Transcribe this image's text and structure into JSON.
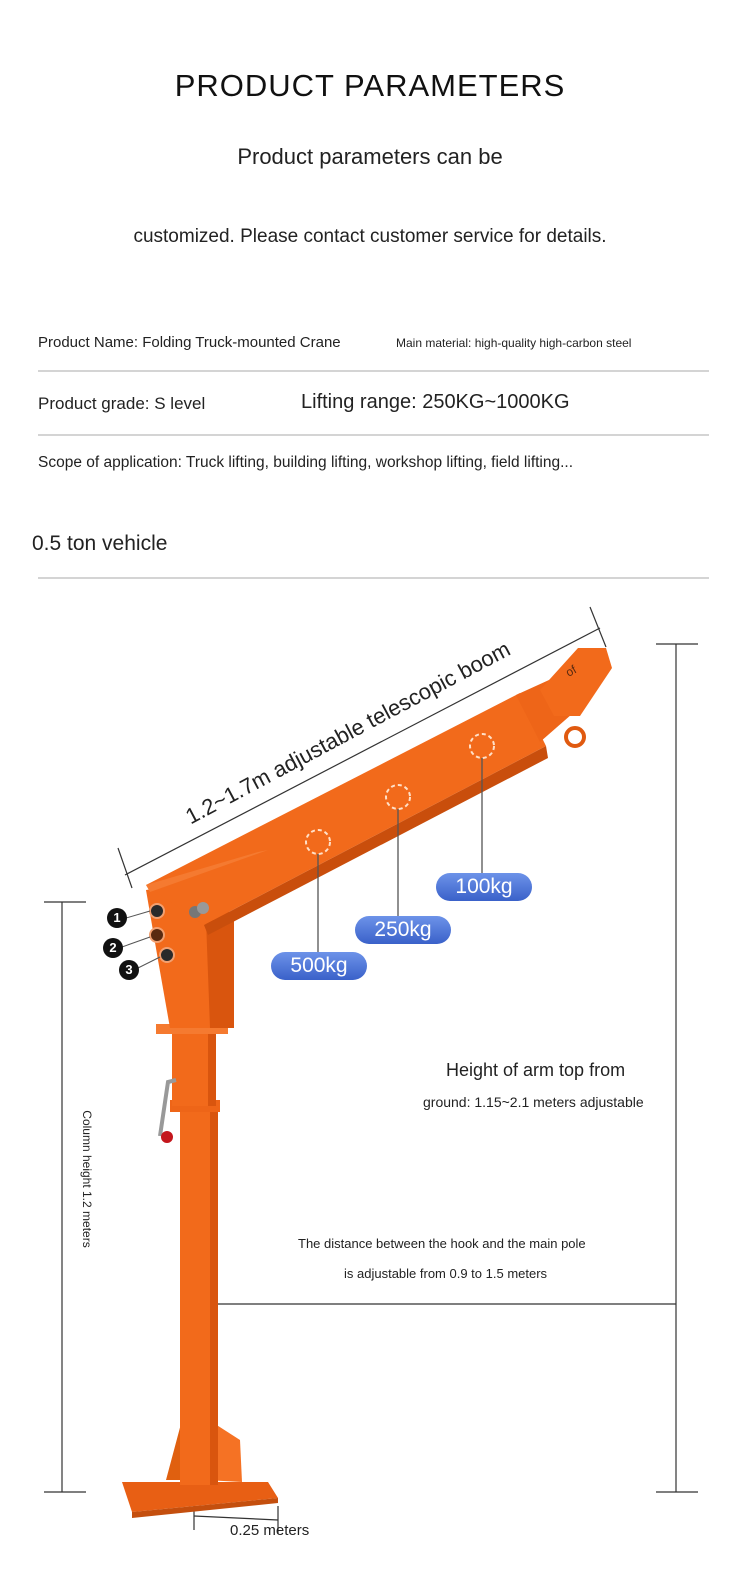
{
  "header": {
    "title": "PRODUCT PARAMETERS",
    "subtitle_line1": "Product parameters can be",
    "subtitle_line2": "customized. Please contact customer service for details."
  },
  "specs": {
    "product_name": "Product Name: Folding Truck-mounted Crane",
    "main_material": "Main material: high-quality high-carbon steel",
    "product_grade": "Product grade: S level",
    "lifting_range": "Lifting range: 250KG~1000KG",
    "scope": "Scope of application: Truck lifting, building lifting, workshop lifting, field lifting..."
  },
  "section": {
    "vehicle_label": "0.5 ton vehicle"
  },
  "diagram": {
    "boom_label": "1.2~1.7m adjustable telescopic boom",
    "pulley_mark": "of",
    "load_marks": [
      "100kg",
      "250kg",
      "500kg"
    ],
    "pin_numbers": [
      "1",
      "2",
      "3"
    ],
    "arm_height_title": "Height of arm top from",
    "arm_height_detail": "ground: 1.15~2.1 meters adjustable",
    "hook_distance_line1": "The distance between the hook and the main pole",
    "hook_distance_line2": "is adjustable from 0.9 to 1.5 meters",
    "column_height": "Column height 1.2 meters",
    "base_width": "0.25 meters"
  },
  "colors": {
    "crane_orange": "#f26a1b",
    "crane_shade": "#d9550e",
    "pill_blue": "#4f78d8",
    "rule_gray": "#d4d4d4"
  }
}
